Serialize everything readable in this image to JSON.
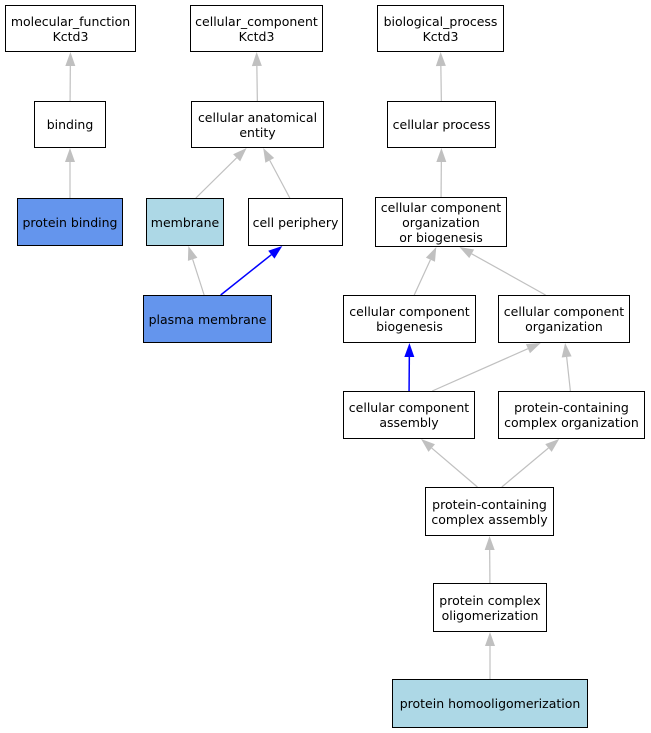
{
  "colors": {
    "default_fill": "#ffffff",
    "light_fill": "#add8e6",
    "dark_fill": "#6495ed",
    "edge": "#c0c0c0",
    "highlight_edge": "#0000ff",
    "border": "#000000"
  },
  "nodes": {
    "mf_root": {
      "lines": [
        "molecular_function",
        "Kctd3"
      ],
      "fill": "default"
    },
    "cc_root": {
      "lines": [
        "cellular_component",
        "Kctd3"
      ],
      "fill": "default"
    },
    "bp_root": {
      "lines": [
        "biological_process",
        "Kctd3"
      ],
      "fill": "default"
    },
    "binding": {
      "lines": [
        "binding"
      ],
      "fill": "default"
    },
    "cae": {
      "lines": [
        "cellular anatomical",
        "entity"
      ],
      "fill": "default"
    },
    "cell_process": {
      "lines": [
        "cellular process"
      ],
      "fill": "default"
    },
    "protein_binding": {
      "lines": [
        "protein binding"
      ],
      "fill": "dark"
    },
    "membrane": {
      "lines": [
        "membrane"
      ],
      "fill": "light"
    },
    "cell_periphery": {
      "lines": [
        "cell periphery"
      ],
      "fill": "default"
    },
    "ccob": {
      "lines": [
        "cellular component",
        "organization",
        "or biogenesis"
      ],
      "fill": "default"
    },
    "plasma_membrane": {
      "lines": [
        "plasma membrane"
      ],
      "fill": "dark"
    },
    "ccb": {
      "lines": [
        "cellular component",
        "biogenesis"
      ],
      "fill": "default"
    },
    "cco": {
      "lines": [
        "cellular component",
        "organization"
      ],
      "fill": "default"
    },
    "cca": {
      "lines": [
        "cellular component",
        "assembly"
      ],
      "fill": "default"
    },
    "pcco": {
      "lines": [
        "protein-containing",
        "complex organization"
      ],
      "fill": "default"
    },
    "pcca": {
      "lines": [
        "protein-containing",
        "complex assembly"
      ],
      "fill": "default"
    },
    "pco": {
      "lines": [
        "protein complex",
        "oligomerization"
      ],
      "fill": "default"
    },
    "pho": {
      "lines": [
        "protein homooligomerization"
      ],
      "fill": "light"
    }
  },
  "edges": [
    {
      "from": "binding",
      "to": "mf_root",
      "highlight": false
    },
    {
      "from": "protein_binding",
      "to": "binding",
      "highlight": false
    },
    {
      "from": "cae",
      "to": "cc_root",
      "highlight": false
    },
    {
      "from": "membrane",
      "to": "cae",
      "highlight": false
    },
    {
      "from": "cell_periphery",
      "to": "cae",
      "highlight": false
    },
    {
      "from": "plasma_membrane",
      "to": "membrane",
      "highlight": false
    },
    {
      "from": "plasma_membrane",
      "to": "cell_periphery",
      "highlight": true
    },
    {
      "from": "cell_process",
      "to": "bp_root",
      "highlight": false
    },
    {
      "from": "ccob",
      "to": "cell_process",
      "highlight": false
    },
    {
      "from": "ccb",
      "to": "ccob",
      "highlight": false
    },
    {
      "from": "cco",
      "to": "ccob",
      "highlight": false
    },
    {
      "from": "cca",
      "to": "ccb",
      "highlight": true
    },
    {
      "from": "cca",
      "to": "cco",
      "highlight": false
    },
    {
      "from": "pcco",
      "to": "cco",
      "highlight": false
    },
    {
      "from": "pcca",
      "to": "cca",
      "highlight": false
    },
    {
      "from": "pcca",
      "to": "pcco",
      "highlight": false
    },
    {
      "from": "pco",
      "to": "pcca",
      "highlight": false
    },
    {
      "from": "pho",
      "to": "pco",
      "highlight": false
    }
  ]
}
